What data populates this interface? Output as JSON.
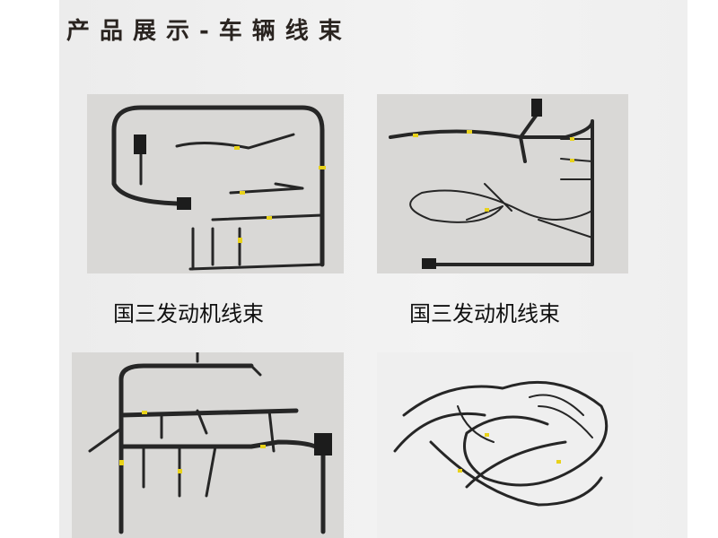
{
  "title": "产品展示-车辆线束",
  "products": [
    {
      "caption": "国三发动机线束"
    },
    {
      "caption": "国三发动机线束"
    },
    {
      "caption": ""
    },
    {
      "caption": ""
    }
  ]
}
